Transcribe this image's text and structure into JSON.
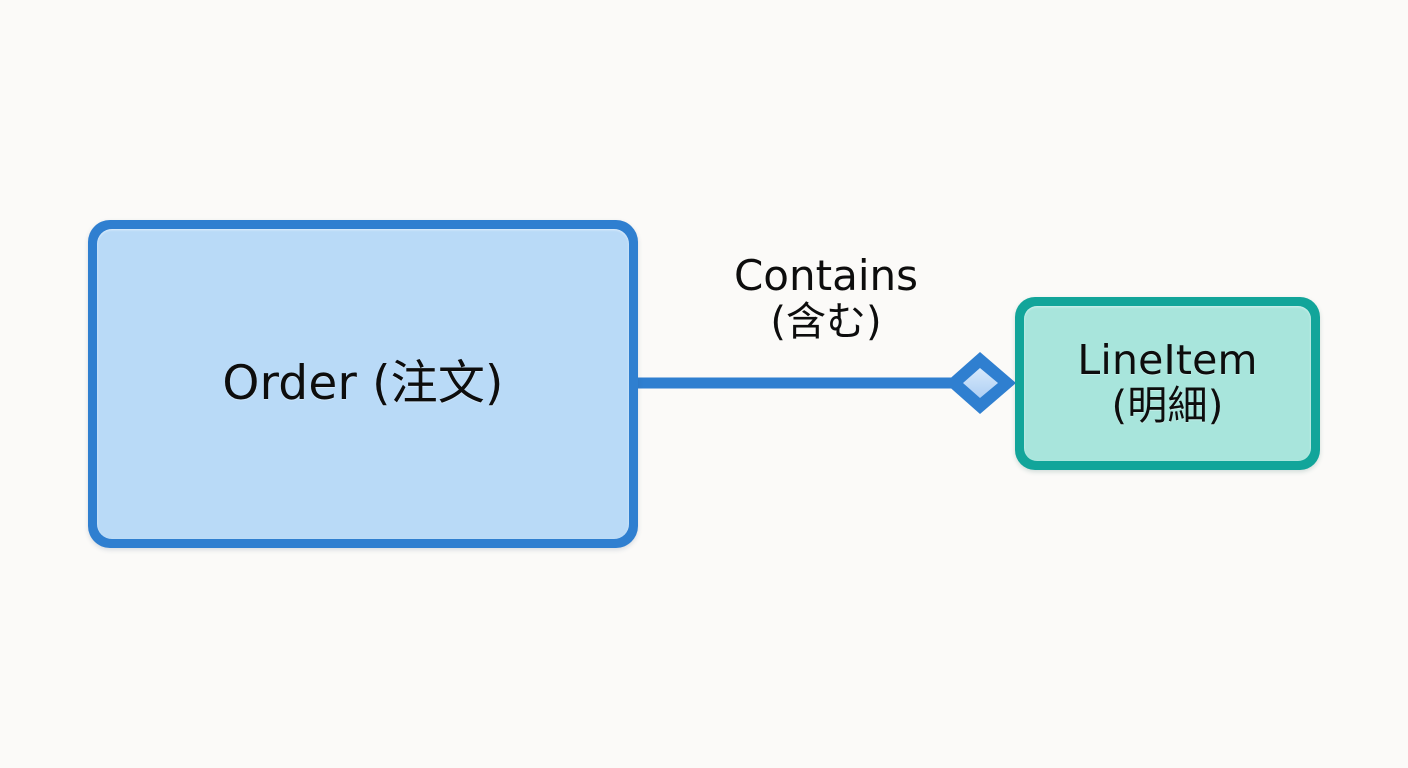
{
  "diagram": {
    "type": "uml-composition",
    "background_color": "#fbfaf8",
    "entities": [
      {
        "id": "order",
        "label_primary": "Order (注文)",
        "border_color": "#2f7fd0",
        "fill_color": "#b9daf7",
        "text_color": "#0d0d0d"
      },
      {
        "id": "lineitem",
        "label_primary": "LineItem",
        "label_secondary": "(明細)",
        "border_color": "#12a59a",
        "fill_color": "#a8e5dc",
        "text_color": "#0d0d0d"
      }
    ],
    "relationship": {
      "id": "contains",
      "label_primary": "Contains",
      "label_secondary": "(含む)",
      "line_color": "#2f7fd0",
      "marker": "composition-diamond",
      "marker_fill": "#b9daf7",
      "marker_stroke": "#2f7fd0",
      "source": "order",
      "target": "lineitem"
    }
  }
}
